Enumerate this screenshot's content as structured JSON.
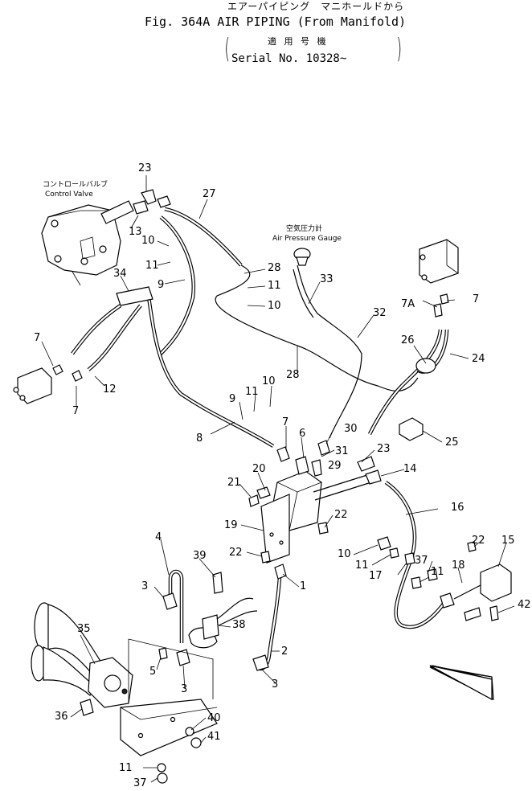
{
  "header": {
    "title_jp": "エアーパイピング　マニホールドから",
    "title_en": "Fig. 364A   AIR PIPING    (From Manifold)",
    "applicability_jp": "適 用 号 機",
    "serial": "Serial No. 10328~"
  },
  "labels": {
    "control_valve_jp": "コントロールバルブ",
    "control_valve_en": "Control Valve",
    "air_gauge_jp": "空気圧力計",
    "air_gauge_en": "Air Pressure Gauge"
  },
  "callouts": {
    "c23a": "23",
    "c27": "27",
    "c13": "13",
    "c10a": "10",
    "c11a": "11",
    "c9a": "9",
    "c34": "34",
    "c7a": "7",
    "c7b": "7",
    "c12": "12",
    "c28a": "28",
    "c11b": "11",
    "c10b": "10",
    "c33": "33",
    "c32": "32",
    "c7A": "7A",
    "c7c": "7",
    "c26": "26",
    "c24": "24",
    "c28b": "28",
    "c10c": "10",
    "c11c": "11",
    "c9b": "9",
    "c8": "8",
    "c7d": "7",
    "c6": "6",
    "c30": "30",
    "c31": "31",
    "c23b": "23",
    "c29": "29",
    "c25": "25",
    "c14": "14",
    "c20": "20",
    "c21": "21",
    "c16": "16",
    "c22a": "22",
    "c19": "19",
    "c22b": "22",
    "c22c": "22",
    "c15": "15",
    "c4": "4",
    "c39": "39",
    "c10d": "10",
    "c37a": "37",
    "c18": "18",
    "c3a": "3",
    "c1": "1",
    "c11d": "11",
    "c17": "17",
    "c11e": "11",
    "c42": "42",
    "c38": "38",
    "c35": "35",
    "c5": "5",
    "c2": "2",
    "c3b": "3",
    "c3c": "3",
    "c36": "36",
    "c40": "40",
    "c41": "41",
    "c11f": "11",
    "c37b": "37"
  }
}
